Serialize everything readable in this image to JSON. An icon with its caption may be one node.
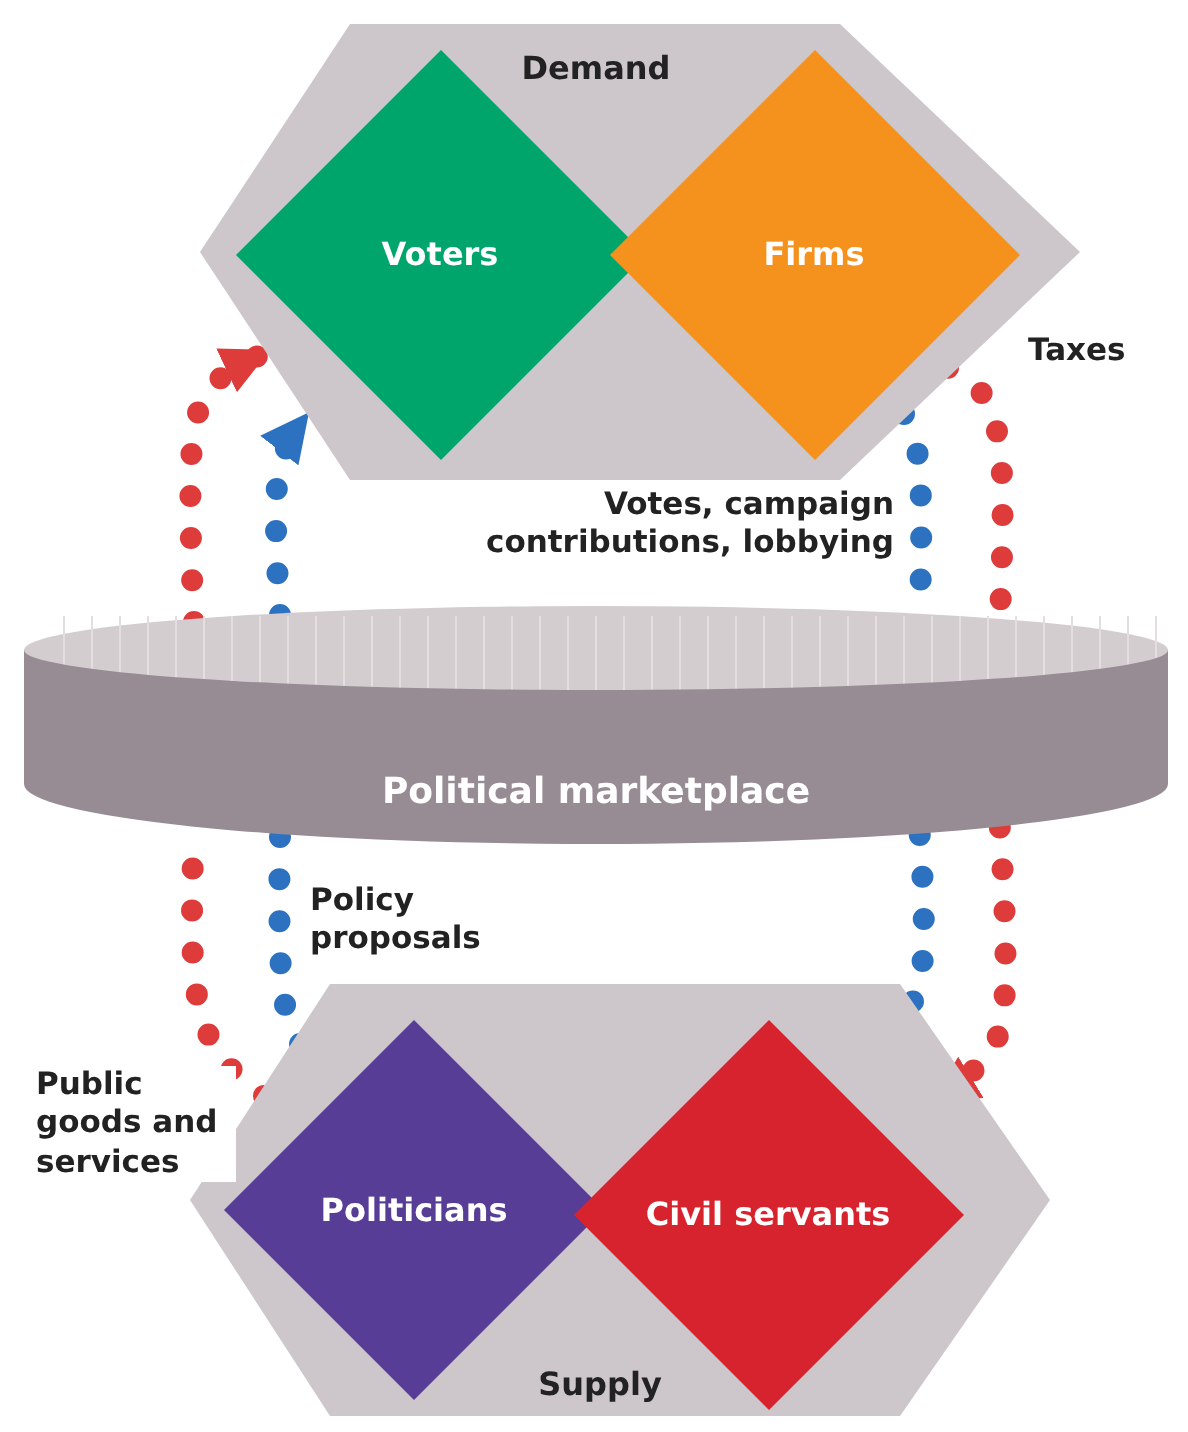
{
  "diagram": {
    "nodes": [
      {
        "text": [
          "Demand"
        ]
      },
      {
        "text": [
          "Voters"
        ],
        "in": 0
      },
      {
        "text": [
          "Firms"
        ],
        "in": 0
      },
      {
        "text": [
          "Political marketplace"
        ]
      },
      {
        "text": [
          "Supply"
        ]
      },
      {
        "text": [
          "Politicians"
        ],
        "in": 4
      },
      {
        "text": [
          "Civil servants"
        ],
        "in": 4
      }
    ],
    "edges": [
      {
        "from": 4,
        "to": 3,
        "arrow": "none",
        "label": "Public goods and services",
        "color": "#de3b3b"
      },
      {
        "from": 3,
        "to": 0,
        "arrow": "to",
        "color": "#de3b3b"
      },
      {
        "from": 4,
        "to": 3,
        "arrow": "none",
        "label": "Policy proposals",
        "color": "#2c72c0"
      },
      {
        "from": 3,
        "to": 0,
        "arrow": "to",
        "color": "#2c72c0"
      },
      {
        "from": 0,
        "to": 3,
        "arrow": "none",
        "label": "Votes, campaign contributions, lobbying",
        "color": "#2c72c0"
      },
      {
        "from": 3,
        "to": 4,
        "arrow": "to",
        "color": "#2c72c0"
      },
      {
        "from": 0,
        "to": 3,
        "arrow": "none",
        "label": "Taxes",
        "color": "#de3b3b"
      },
      {
        "from": 3,
        "to": 4,
        "arrow": "to",
        "color": "#de3b3b"
      }
    ]
  }
}
